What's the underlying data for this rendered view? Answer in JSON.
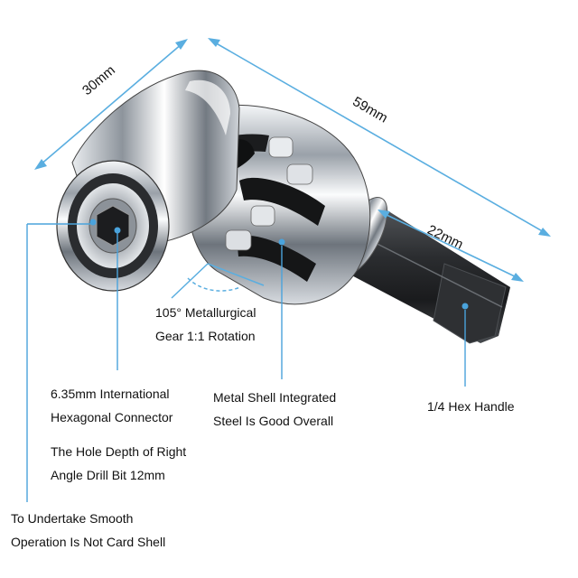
{
  "dimensions": {
    "width_30": "30mm",
    "length_59": "59mm",
    "shank_22": "22mm"
  },
  "callouts": {
    "gear": [
      "105° Metallurgical",
      "Gear 1:1 Rotation"
    ],
    "connector": [
      "6.35mm International",
      "Hexagonal Connector"
    ],
    "shell": [
      "Metal Shell Integrated",
      "Steel Is Good Overall"
    ],
    "hex": [
      "1/4 Hex Handle"
    ],
    "depth": [
      "The Hole Depth of Right",
      "Angle Drill Bit 12mm"
    ],
    "smooth": [
      "To Undertake Smooth",
      "Operation Is Not Card Shell"
    ]
  },
  "colors": {
    "dimension_line": "#5aaee0",
    "callout_line": "#4aa3dc",
    "hex_shank": "#2a2a2a",
    "chrome": "#c8ccd2"
  },
  "icons": [
    "product-photo-right-angle-drill-adapter"
  ]
}
